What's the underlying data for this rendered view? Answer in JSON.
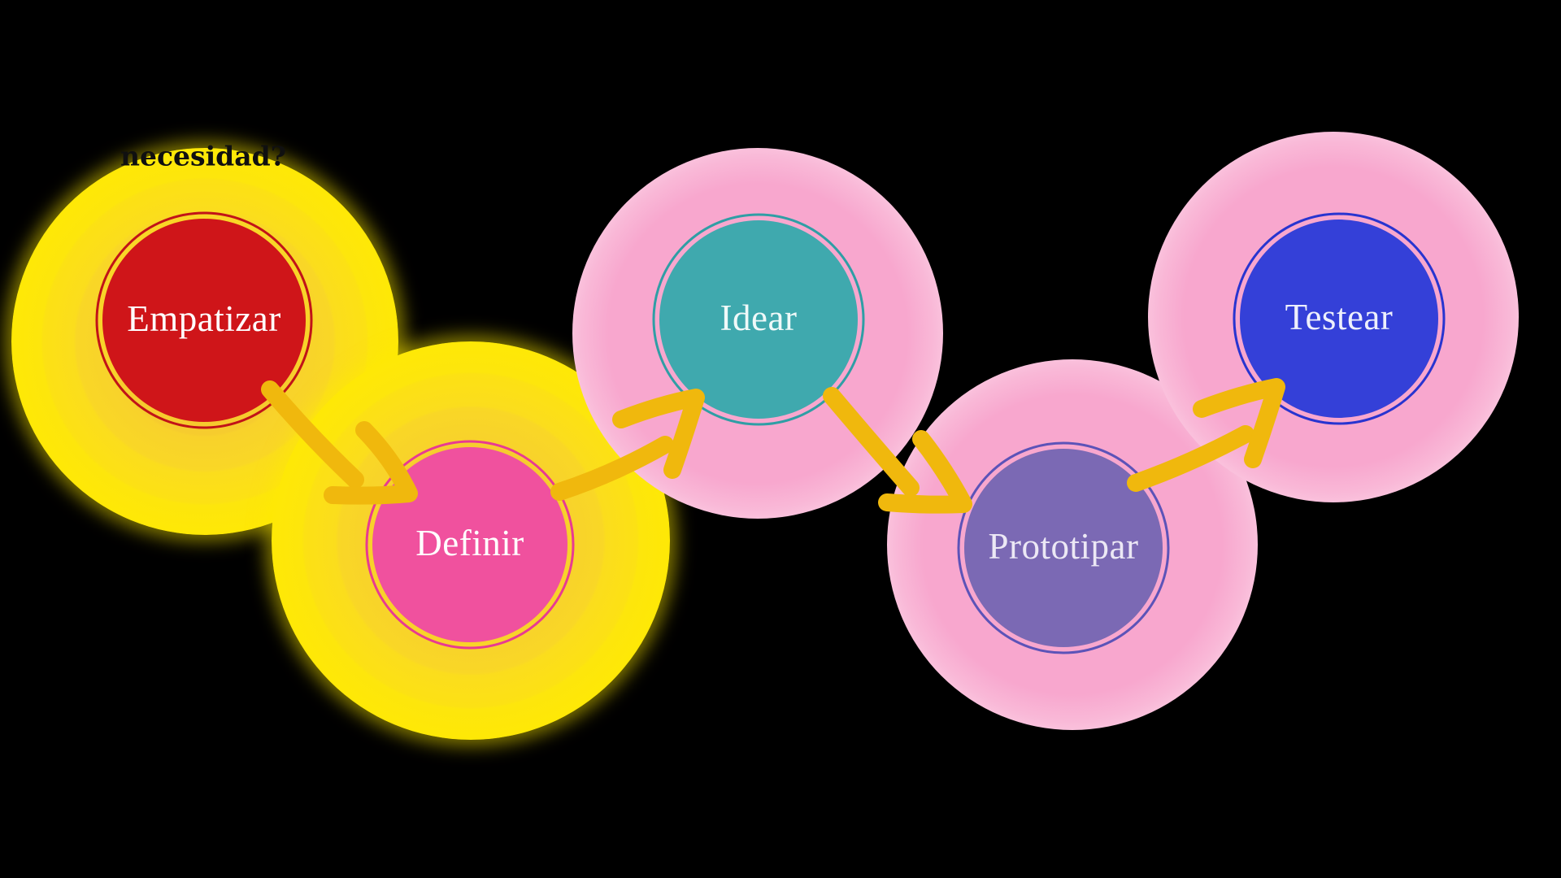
{
  "note": {
    "text": "necesidad?",
    "color": "#101010"
  },
  "stages": [
    {
      "id": "empatizar",
      "label": "Empatizar",
      "glow": "yellow",
      "disc_color": "#CF1519",
      "ring_color": "#C11318",
      "label_color": "#FFFFFF"
    },
    {
      "id": "definir",
      "label": "Definir",
      "glow": "yellow",
      "disc_color": "#F0519E",
      "ring_color": "#E83A92",
      "label_color": "#FFFFFF"
    },
    {
      "id": "idear",
      "label": "Idear",
      "glow": "pink",
      "disc_color": "#3FA9AE",
      "ring_color": "#2F9EA5",
      "label_color": "#EFF9F9"
    },
    {
      "id": "prototipar",
      "label": "Prototipar",
      "glow": "pink",
      "disc_color": "#7B69B4",
      "ring_color": "#5C53B8",
      "label_color": "#ECE8F5"
    },
    {
      "id": "testear",
      "label": "Testear",
      "glow": "pink",
      "disc_color": "#3440D8",
      "ring_color": "#2834D0",
      "label_color": "#EEF0FC"
    }
  ],
  "arrows": [
    {
      "from": "empatizar",
      "to": "definir"
    },
    {
      "from": "definir",
      "to": "idear"
    },
    {
      "from": "idear",
      "to": "prototipar"
    },
    {
      "from": "prototipar",
      "to": "testear"
    }
  ],
  "colors": {
    "background": "#000000",
    "arrow": "#F0B80D",
    "yellow_glow_center": "#F2BB27",
    "yellow_glow_edge": "#FFEB00",
    "pink_glow_strong": "#F8A7CE",
    "pink_glow_edge": "#FEF6FA"
  }
}
